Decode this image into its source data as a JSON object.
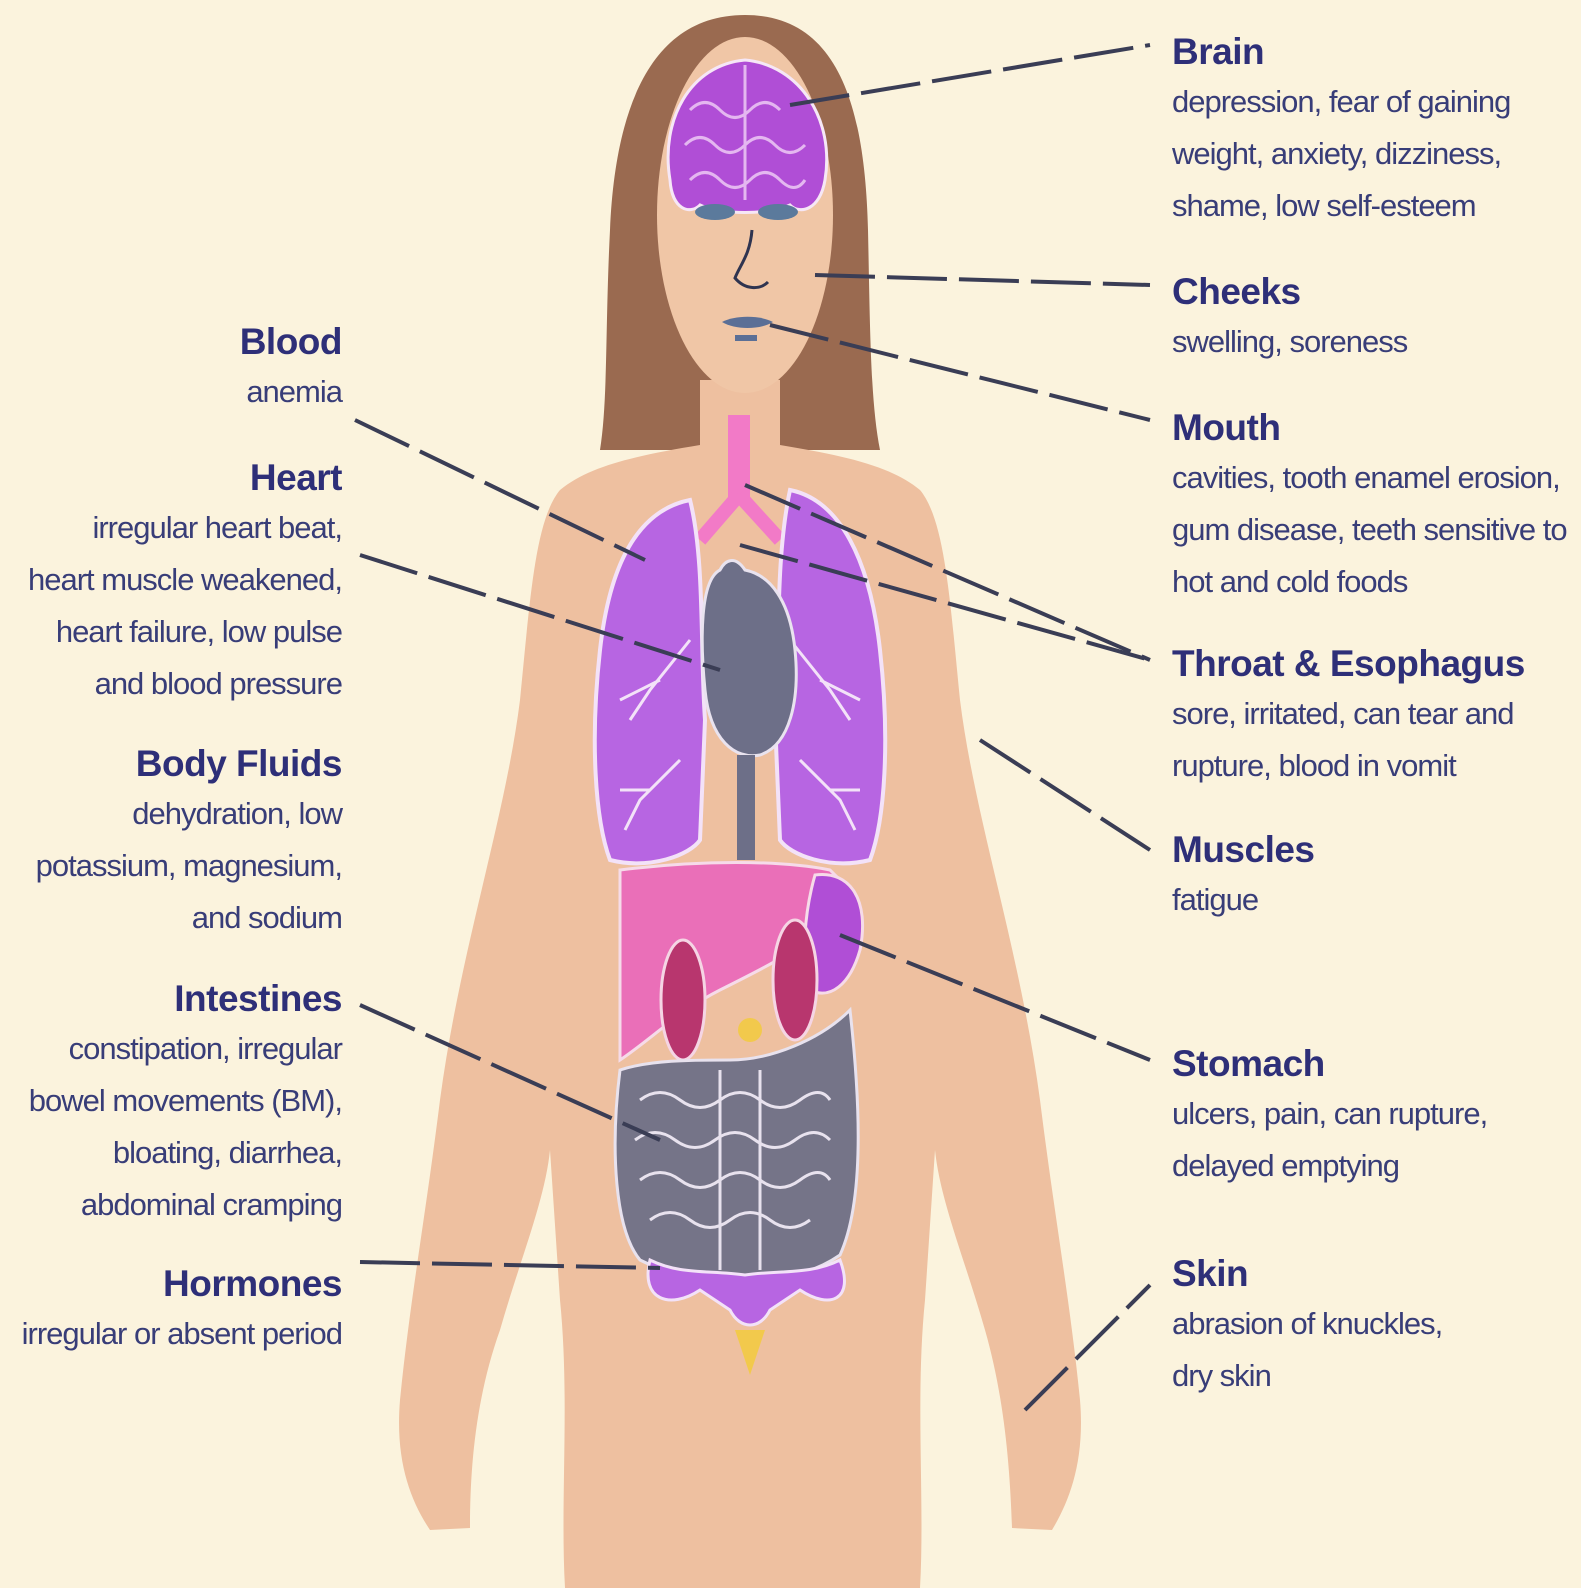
{
  "left_labels": [
    {
      "title": "Blood",
      "lines": [
        "anemia"
      ]
    },
    {
      "title": "Heart",
      "lines": [
        "irregular heart beat,",
        "heart muscle weakened,",
        "heart failure, low pulse",
        "and blood pressure"
      ]
    },
    {
      "title": "Body Fluids",
      "lines": [
        "dehydration, low",
        "potassium, magnesium,",
        "and sodium"
      ]
    },
    {
      "title": "Intestines",
      "lines": [
        "constipation, irregular",
        "bowel movements (BM),",
        "bloating, diarrhea,",
        "abdominal cramping"
      ]
    },
    {
      "title": "Hormones",
      "lines": [
        "irregular or absent period"
      ]
    }
  ],
  "right_labels": [
    {
      "title": "Brain",
      "lines": [
        "depression, fear of gaining",
        "weight, anxiety, dizziness,",
        "shame, low self-esteem"
      ]
    },
    {
      "title": "Cheeks",
      "lines": [
        "swelling, soreness"
      ]
    },
    {
      "title": "Mouth",
      "lines": [
        "cavities, tooth enamel erosion,",
        "gum disease, teeth sensitive to",
        "hot and cold foods"
      ]
    },
    {
      "title": "Throat & Esophagus",
      "lines": [
        "sore, irritated, can tear and",
        "rupture, blood in vomit"
      ]
    },
    {
      "title": "Muscles",
      "lines": [
        "fatigue"
      ]
    },
    {
      "title": "Stomach",
      "lines": [
        "ulcers, pain, can rupture,",
        "delayed emptying"
      ]
    },
    {
      "title": "Skin",
      "lines": [
        "abrasion of knuckles,",
        "dry skin"
      ]
    }
  ],
  "colors": {
    "background": "#fbf3dd",
    "skin": "#eec0a0",
    "hair": "#9a6a50",
    "brain": "#b04ed6",
    "lungs": "#b765e2",
    "liver": "#ea6fb8",
    "kidneys": "#b8366e",
    "intestines": "#757488",
    "heart": "#6d6f88",
    "label_text": "#2e2f78",
    "leader_line": "#3a3d55"
  }
}
